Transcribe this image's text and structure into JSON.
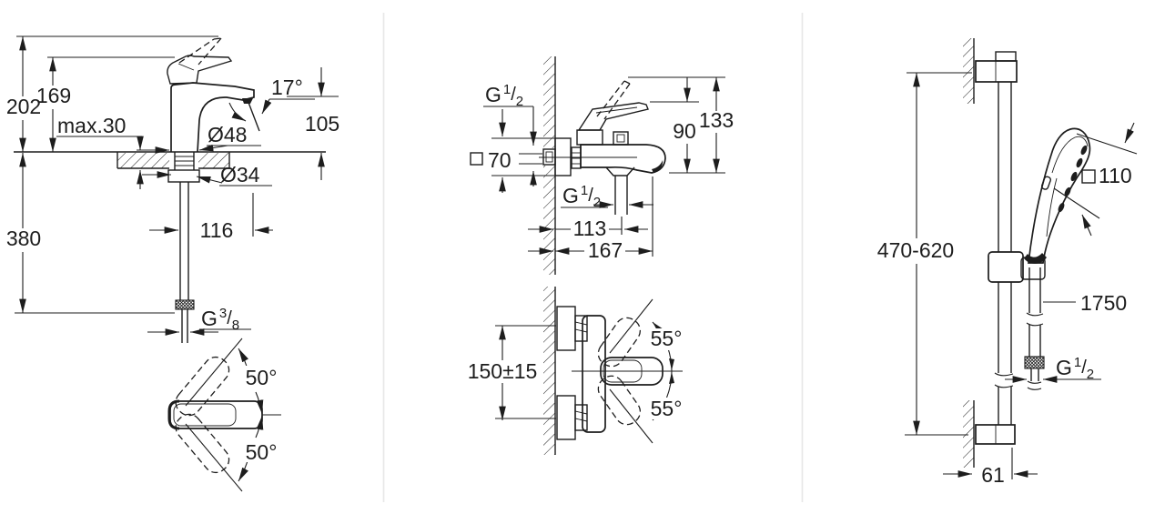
{
  "colors": {
    "line": "#1d1d1d",
    "divider": "#e8e8e8",
    "background": "#ffffff"
  },
  "panels": {
    "basin_faucet": {
      "height_total": "202",
      "height_to_lever": "169",
      "deck_thickness_max": "max.30",
      "spray_angle": "17°",
      "spout_height": "105",
      "body_diameter": "Ø48",
      "hole_diameter": "Ø34",
      "hose_length": "380",
      "spout_reach": "116",
      "supply_thread": {
        "prefix": "G",
        "numerator": "3",
        "slash": "/",
        "denominator": "8"
      },
      "swivel_upper": "50°",
      "swivel_lower": "50°"
    },
    "bath_mixer": {
      "inlet_thread": {
        "prefix": "G",
        "numerator": "1",
        "slash": "/",
        "denominator": "2"
      },
      "escutcheon_size": "70",
      "outlet_thread": {
        "prefix": "G",
        "numerator": "1",
        "slash": "/",
        "denominator": "2"
      },
      "wall_to_outlet": "113",
      "wall_to_spout_tip": "167",
      "outlet_to_lever": "90",
      "outlet_to_lever_raised": "133",
      "inlet_center_distance": "150±15",
      "lever_swivel_upper": "55°",
      "lever_swivel_lower": "55°"
    },
    "shower_rail": {
      "rail_adjustment": "470-620",
      "head_size": "110",
      "hose_length": "1750",
      "hose_thread": {
        "prefix": "G",
        "numerator": "1",
        "slash": "/",
        "denominator": "2"
      },
      "wall_offset": "61"
    }
  }
}
